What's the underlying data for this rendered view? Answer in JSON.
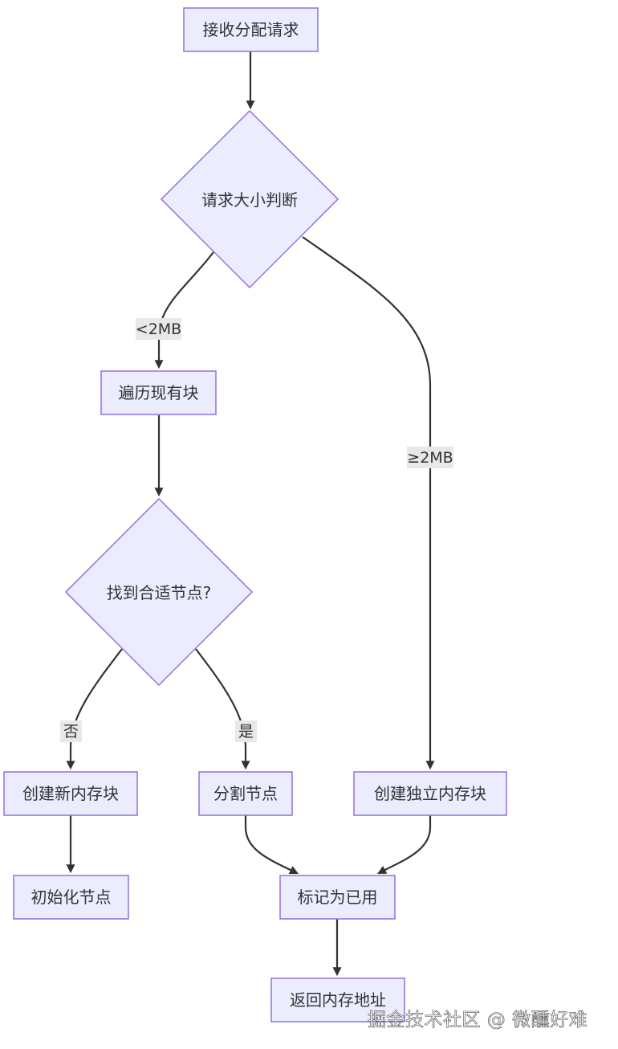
{
  "nodes": {
    "receive": "接收分配请求",
    "size_check": "请求大小判断",
    "traverse": "遍历现有块",
    "find_node": "找到合适节点?",
    "create_new": "创建新内存块",
    "split": "分割节点",
    "create_independent": "创建独立内存块",
    "init_node": "初始化节点",
    "mark_used": "标记为已用",
    "return_addr": "返回内存地址"
  },
  "edge_labels": {
    "lt_2mb": "<2MB",
    "ge_2mb": "≥2MB",
    "no": "否",
    "yes": "是"
  },
  "watermark": "掘金技术社区 @ 微醺好难",
  "colors": {
    "node_fill": "#ECECFF",
    "node_stroke": "#9370DB",
    "edge": "#333333",
    "label_bg": "#e8e8e8"
  }
}
